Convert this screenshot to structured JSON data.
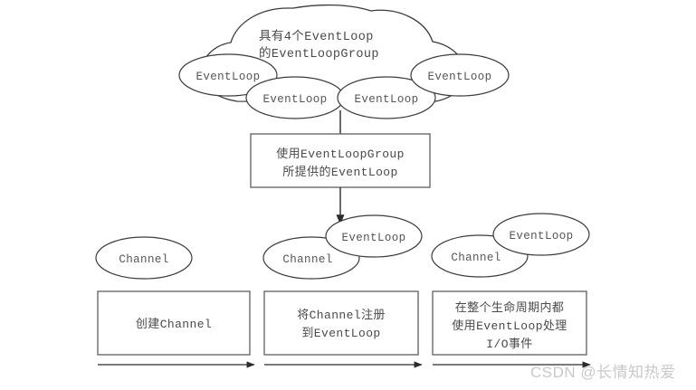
{
  "diagram": {
    "title": "EventLoopGroup / EventLoop / Channel lifecycle diagram",
    "cloud": {
      "label_line1": "具有4个EventLoop",
      "label_line2": "的EventLoopGroup",
      "event_loops": [
        {
          "label": "EventLoop"
        },
        {
          "label": "EventLoop"
        },
        {
          "label": "EventLoop"
        },
        {
          "label": "EventLoop"
        }
      ]
    },
    "middle_box": {
      "line1": "使用EventLoopGroup",
      "line2": "所提供的EventLoop"
    },
    "columns": [
      {
        "ellipses": [
          {
            "kind": "channel",
            "label": "Channel"
          }
        ],
        "box": {
          "line1": "创建Channel",
          "line2": "",
          "line3": ""
        }
      },
      {
        "ellipses": [
          {
            "kind": "channel",
            "label": "Channel"
          },
          {
            "kind": "eventloop",
            "label": "EventLoop"
          }
        ],
        "box": {
          "line1": "将Channel注册",
          "line2": "到EventLoop",
          "line3": ""
        }
      },
      {
        "ellipses": [
          {
            "kind": "channel",
            "label": "Channel"
          },
          {
            "kind": "eventloop",
            "label": "EventLoop"
          }
        ],
        "box": {
          "line1": "在整个生命周期内都",
          "line2": "使用EventLoop处理",
          "line3": "I/O事件"
        }
      }
    ],
    "flow_arrows": [
      {
        "name": "flow-arrow-1"
      },
      {
        "name": "flow-arrow-2"
      },
      {
        "name": "flow-arrow-3"
      }
    ],
    "watermark": "CSDN @长情知热爱",
    "colors": {
      "background": "#ffffff",
      "shape_stroke": "#3b3b3b",
      "box_stroke": "#6a6a6a",
      "text": "#4a4a4a",
      "watermark": "#c9c9c9"
    }
  }
}
